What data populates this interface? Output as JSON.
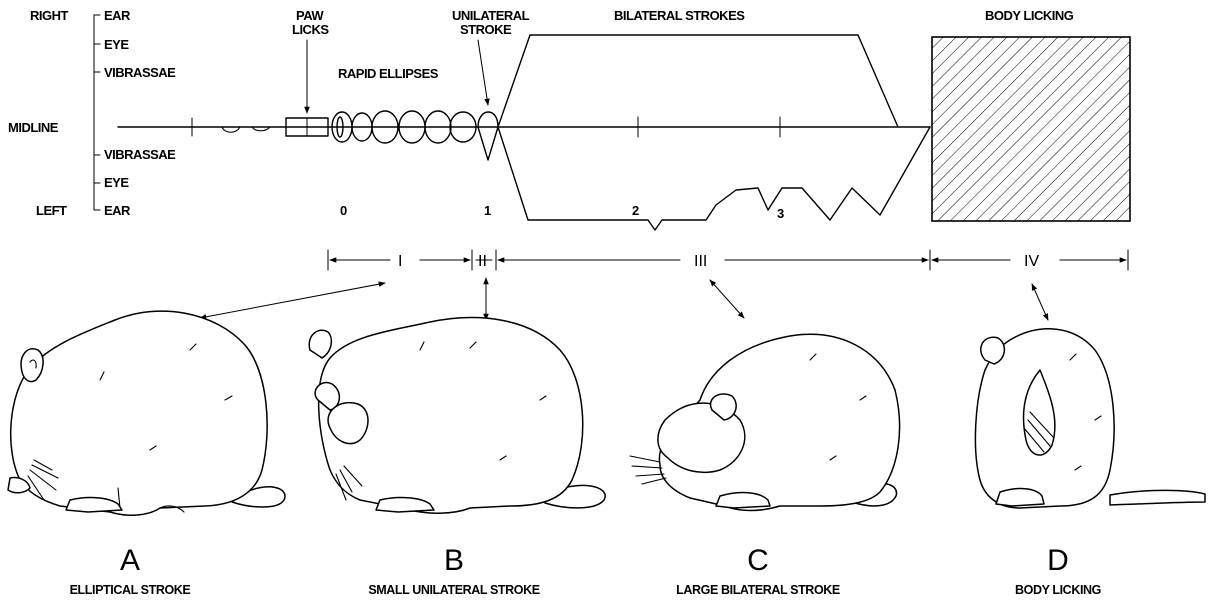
{
  "axis_labels": {
    "right": "RIGHT",
    "midline": "MIDLINE",
    "left": "LEFT",
    "ear_top": "EAR",
    "eye_top": "EYE",
    "vibrassae_top": "VIBRASSAE",
    "vibrassae_bottom": "VIBRASSAE",
    "eye_bottom": "EYE",
    "ear_bottom": "EAR"
  },
  "annotations": {
    "paw_licks_line1": "PAW",
    "paw_licks_line2": "LICKS",
    "rapid_ellipses": "RAPID ELLIPSES",
    "unilateral_line1": "UNILATERAL",
    "unilateral_line2": "STROKE",
    "bilateral_strokes": "BILATERAL STROKES",
    "body_licking": "BODY LICKING"
  },
  "stroke_numbers": [
    "0",
    "1",
    "2",
    "3"
  ],
  "phases": [
    "I",
    "II",
    "III",
    "IV"
  ],
  "panels": [
    {
      "letter": "A",
      "caption": "ELLIPTICAL STROKE"
    },
    {
      "letter": "B",
      "caption": "SMALL UNILATERAL STROKE"
    },
    {
      "letter": "C",
      "caption": "LARGE BILATERAL STROKE"
    },
    {
      "letter": "D",
      "caption": "BODY LICKING"
    }
  ]
}
